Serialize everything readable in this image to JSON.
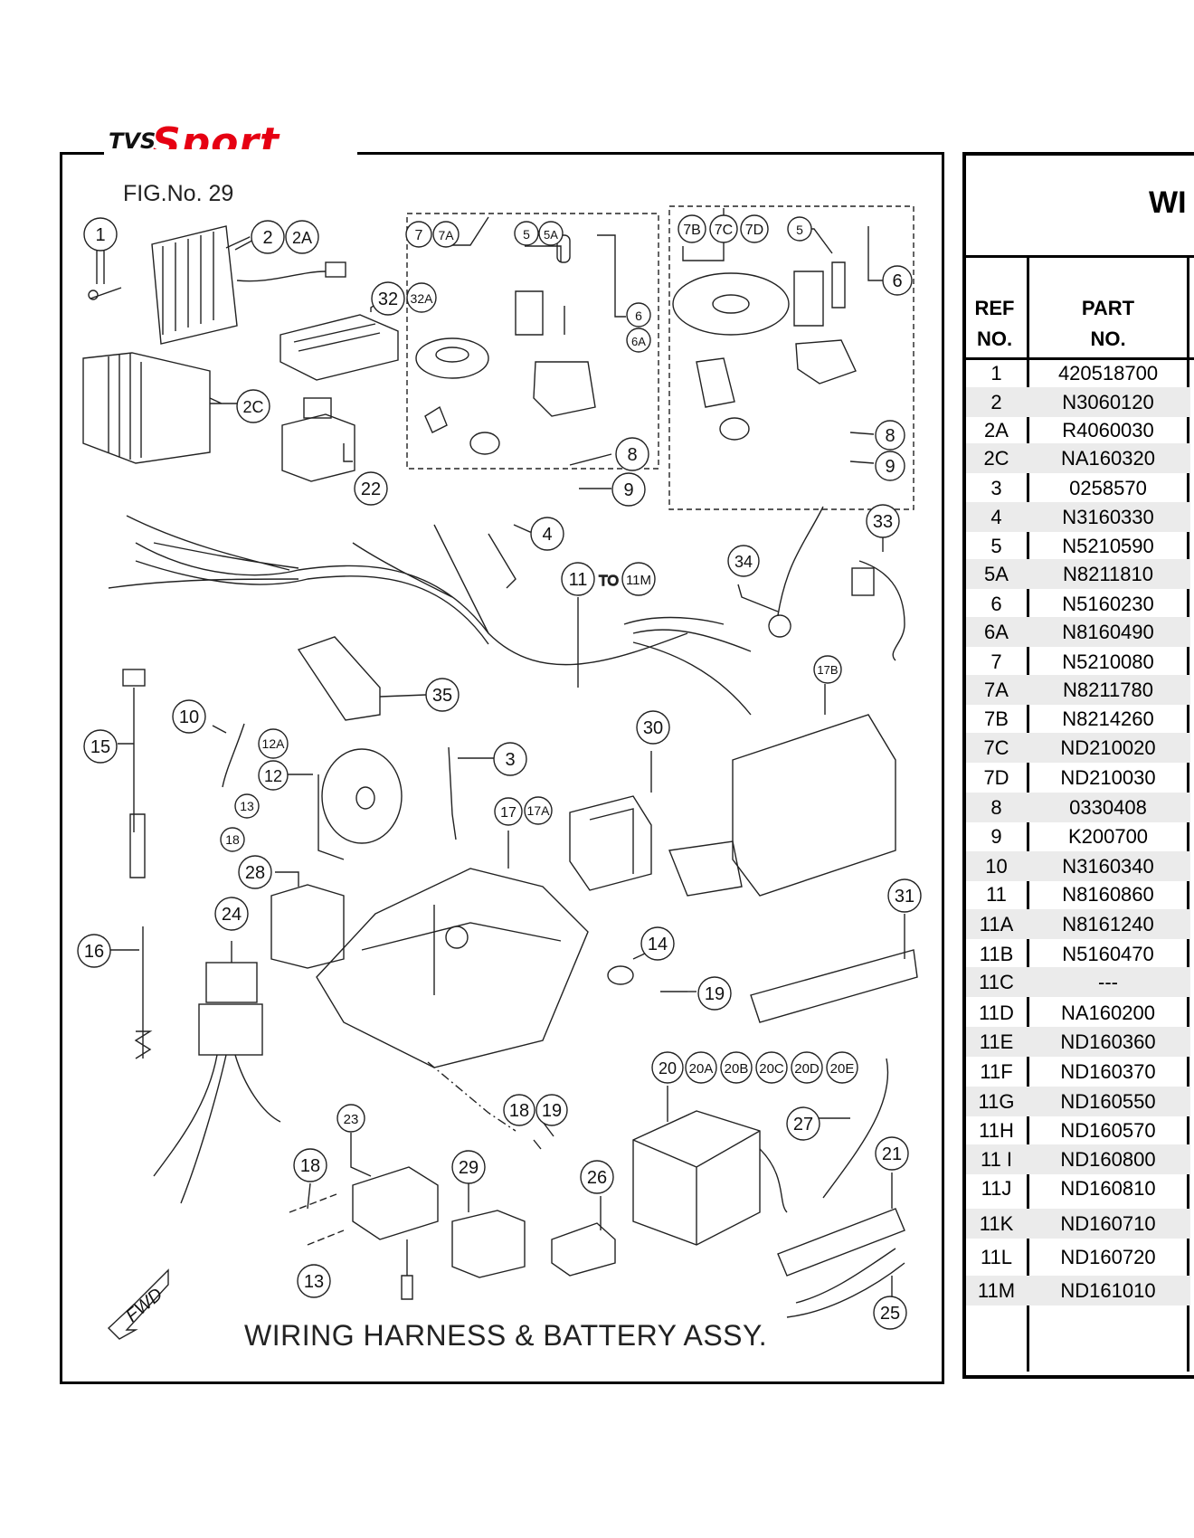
{
  "brand": {
    "prefix": "TVS",
    "name": "Sport"
  },
  "figure": {
    "label": "FIG.No. 29",
    "caption": "WIRING HARNESS & BATTERY ASSY.",
    "fwd_label": "FWD",
    "to_label": "TO",
    "callouts": {
      "c1": "1",
      "c2": "2",
      "c2a": "2A",
      "c2c": "2C",
      "c3": "3",
      "c4": "4",
      "c5a1": "5",
      "c5a2": "5A",
      "c5b": "5",
      "c6a": "6",
      "c6b": "6A",
      "c6c": "6",
      "c7": "7",
      "c7a": "7A",
      "c7b": "7B",
      "c7c": "7C",
      "c7d": "7D",
      "c8a": "8",
      "c8b": "8",
      "c9a": "9",
      "c9b": "9",
      "c10": "10",
      "c11": "11",
      "c11m": "11M",
      "c12": "12",
      "c12a": "12A",
      "c13a": "13",
      "c13b": "13",
      "c14": "14",
      "c15": "15",
      "c16": "16",
      "c17": "17",
      "c17a": "17A",
      "c17b": "17B",
      "c18a": "18",
      "c18b": "18",
      "c18c": "18",
      "c19a": "19",
      "c19b": "19",
      "c20": "20",
      "c20a": "20A",
      "c20b": "20B",
      "c20c": "20C",
      "c20d": "20D",
      "c20e": "20E",
      "c21": "21",
      "c22": "22",
      "c23": "23",
      "c24": "24",
      "c25": "25",
      "c26": "26",
      "c27": "27",
      "c28": "28",
      "c29": "29",
      "c30": "30",
      "c31": "31",
      "c32": "32",
      "c32a": "32A",
      "c33": "33",
      "c34": "34",
      "c35": "35"
    }
  },
  "parts_table": {
    "title": "WI",
    "headers": {
      "ref_1": "REF",
      "ref_2": "NO.",
      "part_1": "PART",
      "part_2": "NO."
    },
    "rows": [
      {
        "ref": "1",
        "part": "420518700"
      },
      {
        "ref": "2",
        "part": "N3060120"
      },
      {
        "ref": "2A",
        "part": "R4060030"
      },
      {
        "ref": "2C",
        "part": "NA160320"
      },
      {
        "ref": "3",
        "part": "0258570"
      },
      {
        "ref": "4",
        "part": "N3160330"
      },
      {
        "ref": "5",
        "part": "N5210590"
      },
      {
        "ref": "5A",
        "part": "N8211810"
      },
      {
        "ref": "6",
        "part": "N5160230"
      },
      {
        "ref": "6A",
        "part": "N8160490"
      },
      {
        "ref": "7",
        "part": "N5210080"
      },
      {
        "ref": "7A",
        "part": "N8211780"
      },
      {
        "ref": "7B",
        "part": "N8214260"
      },
      {
        "ref": "7C",
        "part": "ND210020"
      },
      {
        "ref": "7D",
        "part": "ND210030"
      },
      {
        "ref": "8",
        "part": "0330408"
      },
      {
        "ref": "9",
        "part": "K200700"
      },
      {
        "ref": "10",
        "part": "N3160340"
      },
      {
        "ref": "11",
        "part": "N8160860"
      },
      {
        "ref": "11A",
        "part": "N8161240"
      },
      {
        "ref": "11B",
        "part": "N5160470"
      },
      {
        "ref": "11C",
        "part": "---"
      },
      {
        "ref": "11D",
        "part": "NA160200"
      },
      {
        "ref": "11E",
        "part": "ND160360"
      },
      {
        "ref": "11F",
        "part": "ND160370"
      },
      {
        "ref": "11G",
        "part": "ND160550"
      },
      {
        "ref": "11H",
        "part": "ND160570"
      },
      {
        "ref": "11 I",
        "part": "ND160800"
      },
      {
        "ref": "11J",
        "part": "ND160810"
      },
      {
        "ref": "11K",
        "part": "ND160710"
      },
      {
        "ref": "11L",
        "part": "ND160720"
      },
      {
        "ref": "11M",
        "part": "ND161010"
      }
    ]
  }
}
